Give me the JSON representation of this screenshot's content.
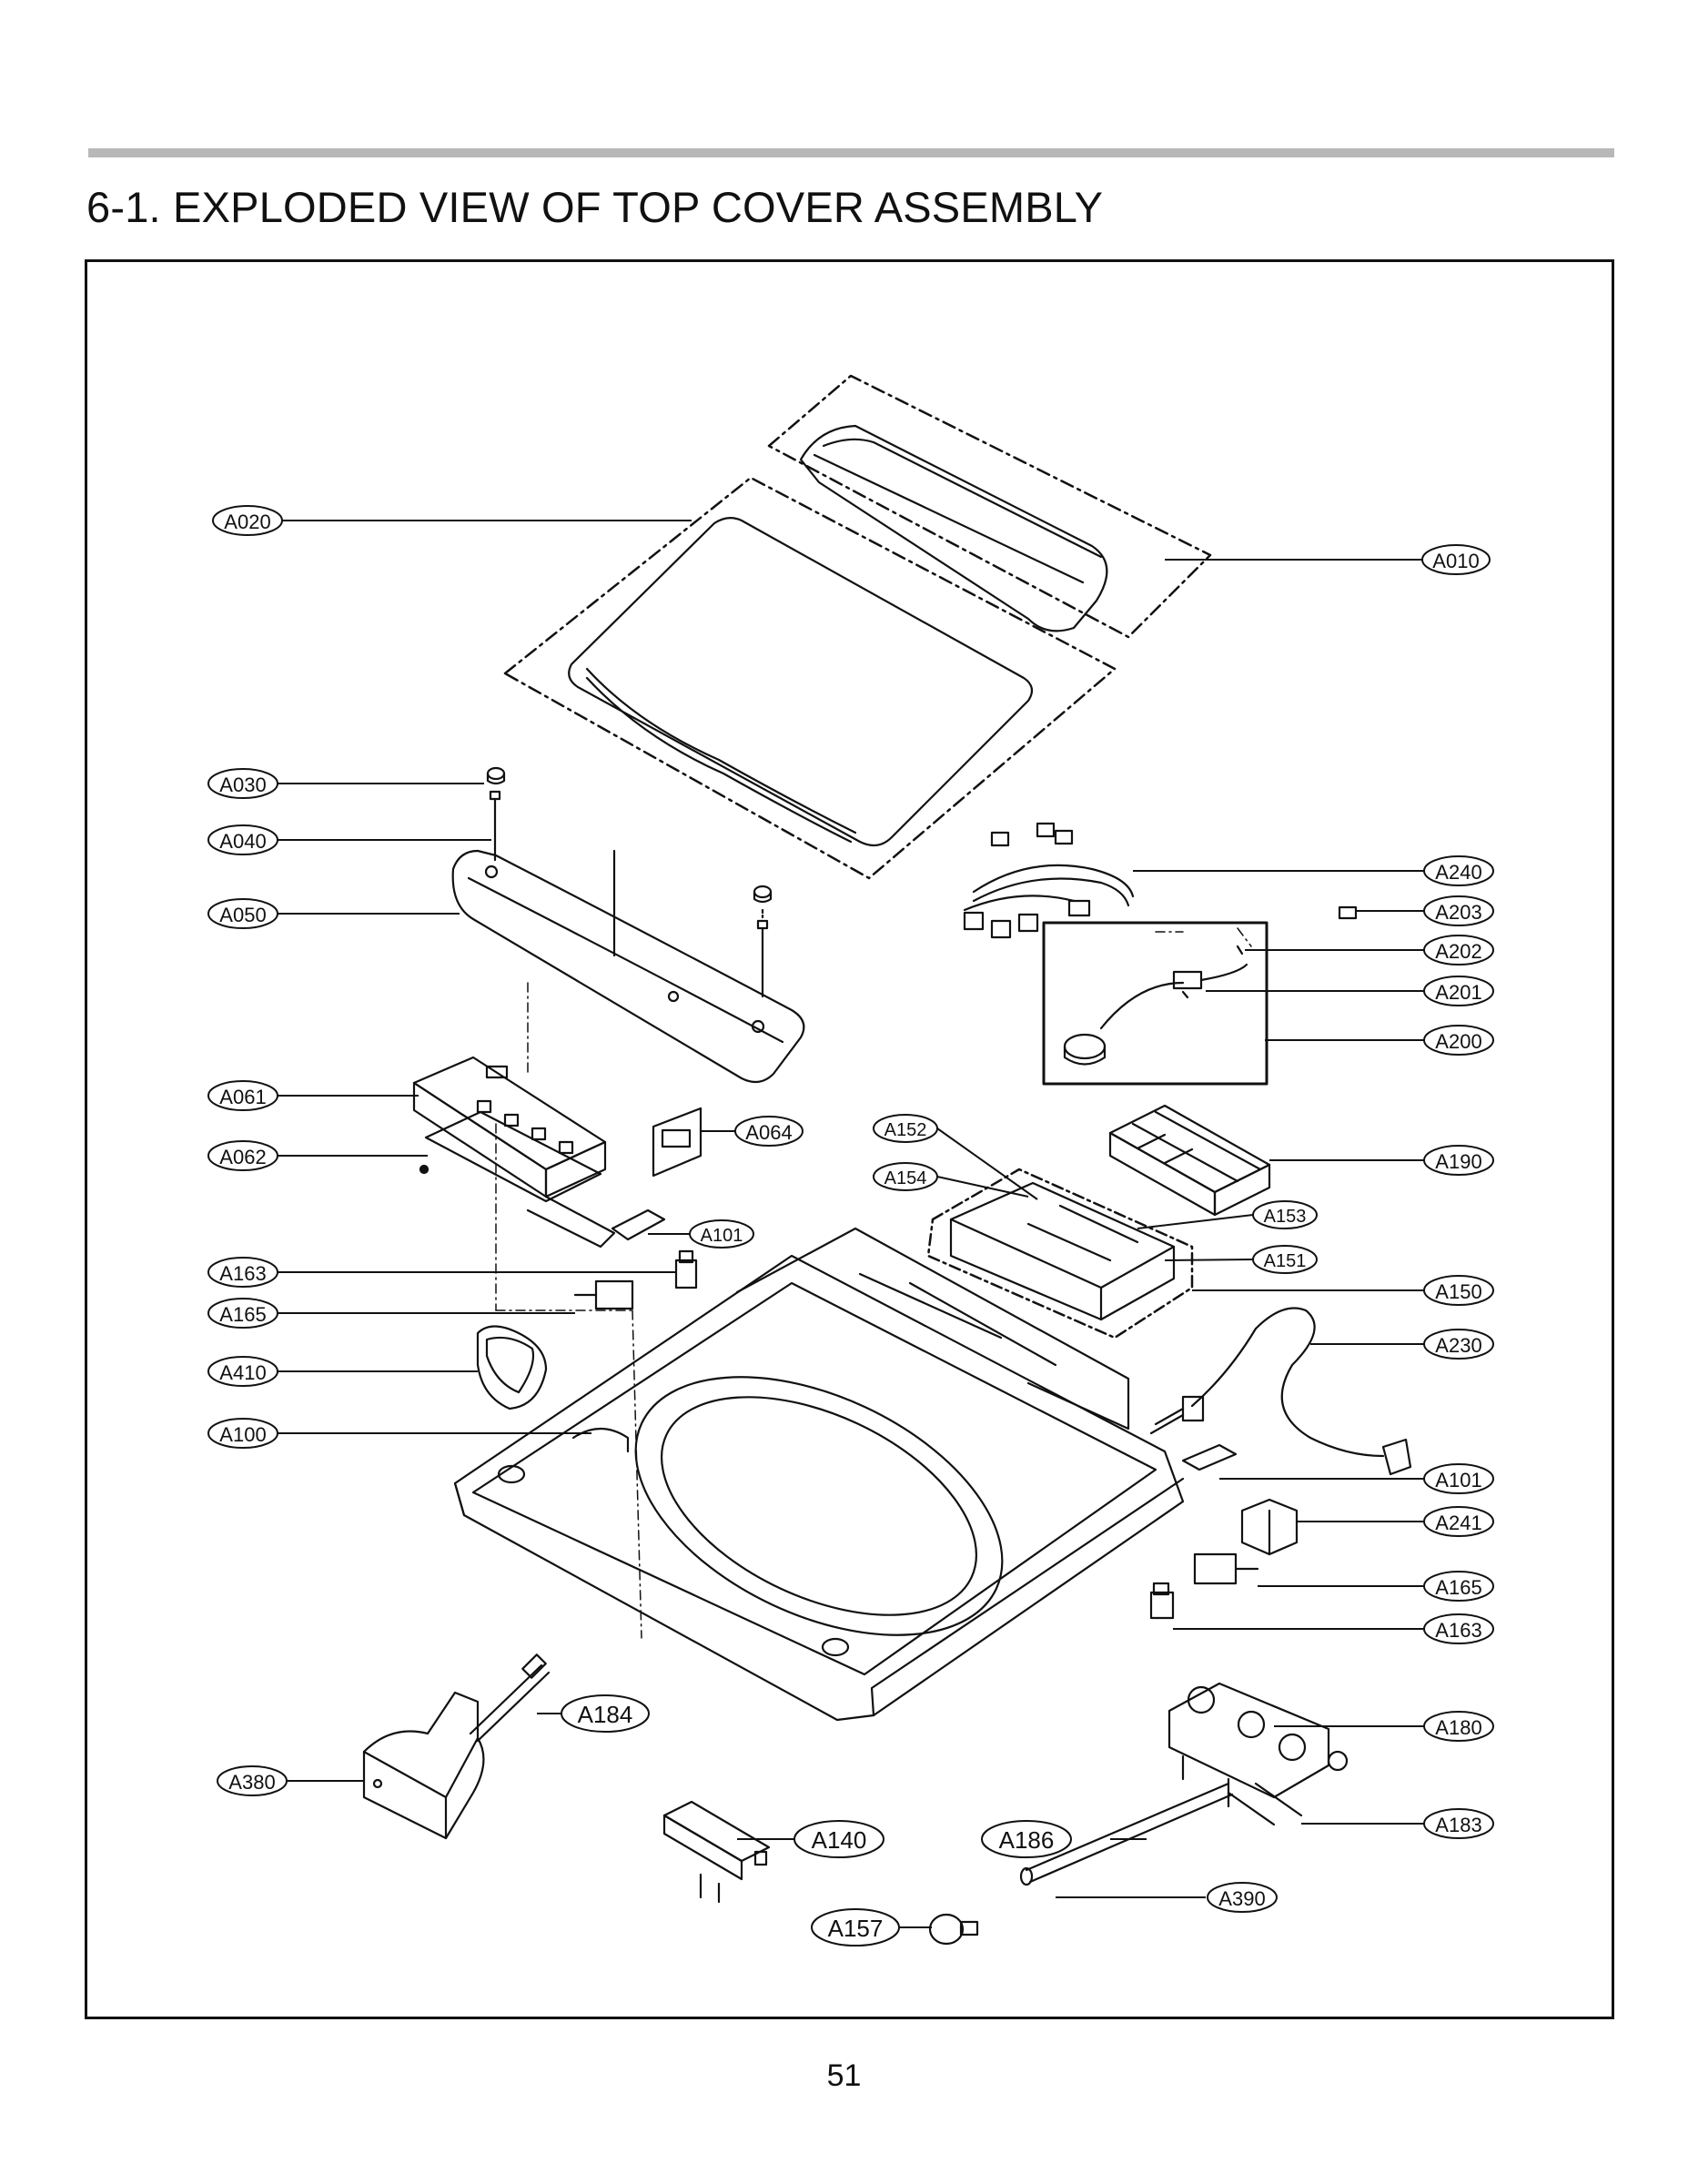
{
  "section_title": "6-1. EXPLODED VIEW OF TOP COVER ASSEMBLY",
  "page_number": "51",
  "callouts": [
    {
      "label": "A020"
    },
    {
      "label": "A010"
    },
    {
      "label": "A030"
    },
    {
      "label": "A040"
    },
    {
      "label": "A050"
    },
    {
      "label": "A240"
    },
    {
      "label": "A203"
    },
    {
      "label": "A202"
    },
    {
      "label": "A201"
    },
    {
      "label": "A200"
    },
    {
      "label": "A061"
    },
    {
      "label": "A062"
    },
    {
      "label": "A064"
    },
    {
      "label": "A152"
    },
    {
      "label": "A154"
    },
    {
      "label": "A190"
    },
    {
      "label": "A153"
    },
    {
      "label": "A101"
    },
    {
      "label": "A151"
    },
    {
      "label": "A163"
    },
    {
      "label": "A150"
    },
    {
      "label": "A165"
    },
    {
      "label": "A230"
    },
    {
      "label": "A410"
    },
    {
      "label": "A100"
    },
    {
      "label": "A101"
    },
    {
      "label": "A241"
    },
    {
      "label": "A165"
    },
    {
      "label": "A163"
    },
    {
      "label": "A184"
    },
    {
      "label": "A180"
    },
    {
      "label": "A380"
    },
    {
      "label": "A183"
    },
    {
      "label": "A140"
    },
    {
      "label": "A186"
    },
    {
      "label": "A390"
    },
    {
      "label": "A157"
    }
  ]
}
